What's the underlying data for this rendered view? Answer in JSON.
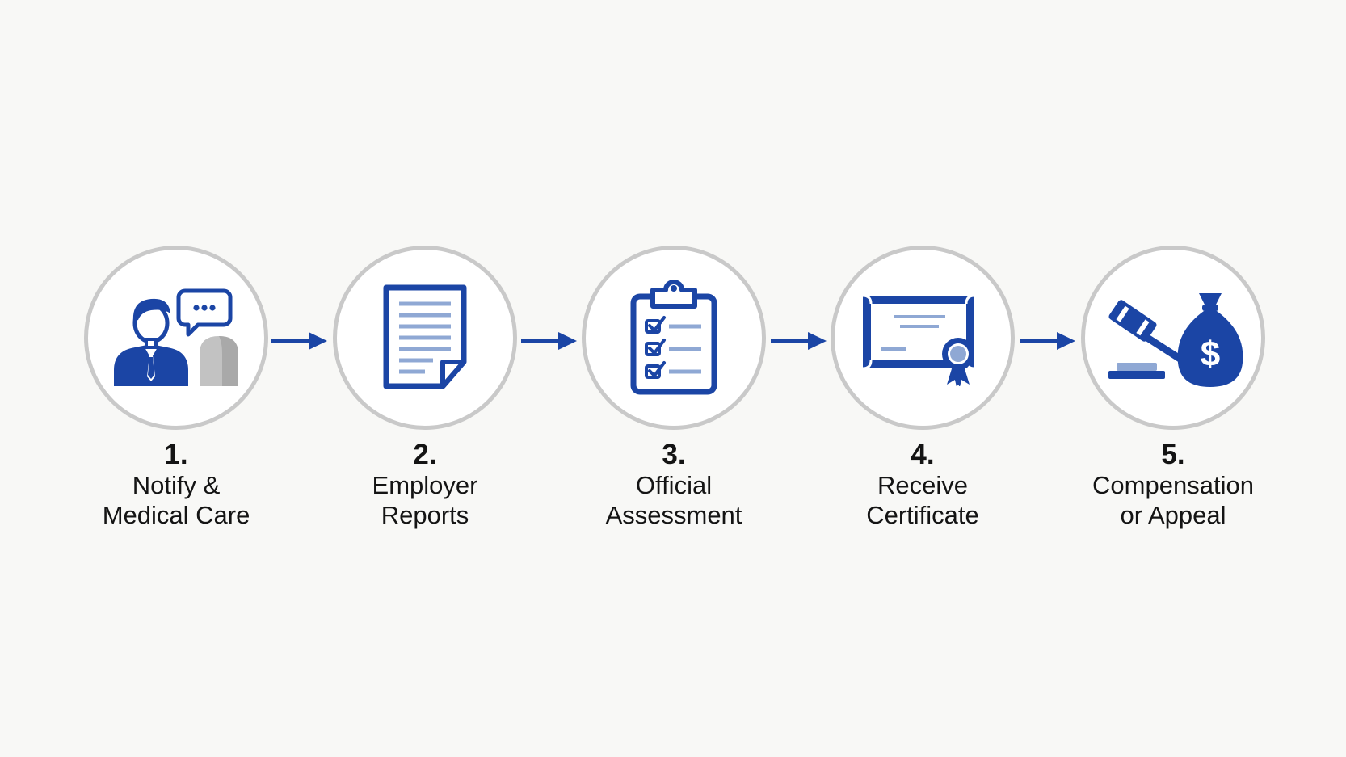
{
  "colors": {
    "accent_blue": "#1b45a5",
    "light_blue": "#8fa8d4",
    "circle_border": "#c9c9c9",
    "grey_figure": "#bdbdbd",
    "text": "#141414",
    "background": "#f8f8f6"
  },
  "steps": [
    {
      "number": "1.",
      "line1": "Notify &",
      "line2": "Medical Care",
      "icon": "person-speech-bubble-icon"
    },
    {
      "number": "2.",
      "line1": "Employer",
      "line2": "Reports",
      "icon": "document-icon"
    },
    {
      "number": "3.",
      "line1": "Official",
      "line2": "Assessment",
      "icon": "clipboard-checklist-icon"
    },
    {
      "number": "4.",
      "line1": "Receive",
      "line2": "Certificate",
      "icon": "certificate-icon"
    },
    {
      "number": "5.",
      "line1": "Compensation",
      "line2": "or Appeal",
      "icon": "gavel-money-bag-icon"
    }
  ]
}
